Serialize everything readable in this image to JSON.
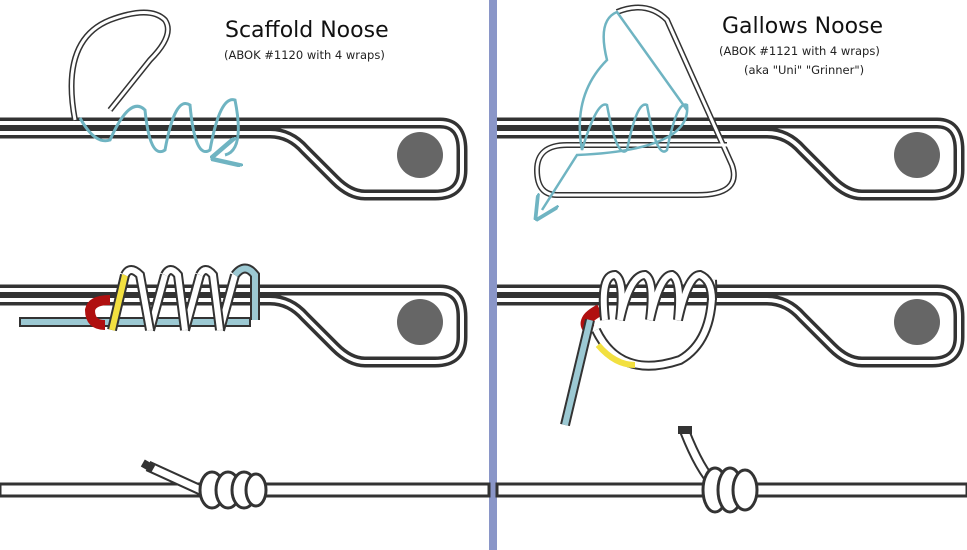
{
  "left_panel": {
    "title": "Scaffold Noose",
    "subtitle": "(ABOK #1120 with 4 wraps)"
  },
  "right_panel": {
    "title": "Gallows Noose",
    "subtitle": "(ABOK #1121 with 4 wraps)",
    "aka": "(aka \"Uni\" \"Grinner\")"
  },
  "colors": {
    "divider": "#8a96c8",
    "rope_outline": "#333333",
    "working_line": "#6fb4c2",
    "highlight_red": "#b01010",
    "highlight_yellow": "#f2e040",
    "eye_circle": "#666666"
  }
}
